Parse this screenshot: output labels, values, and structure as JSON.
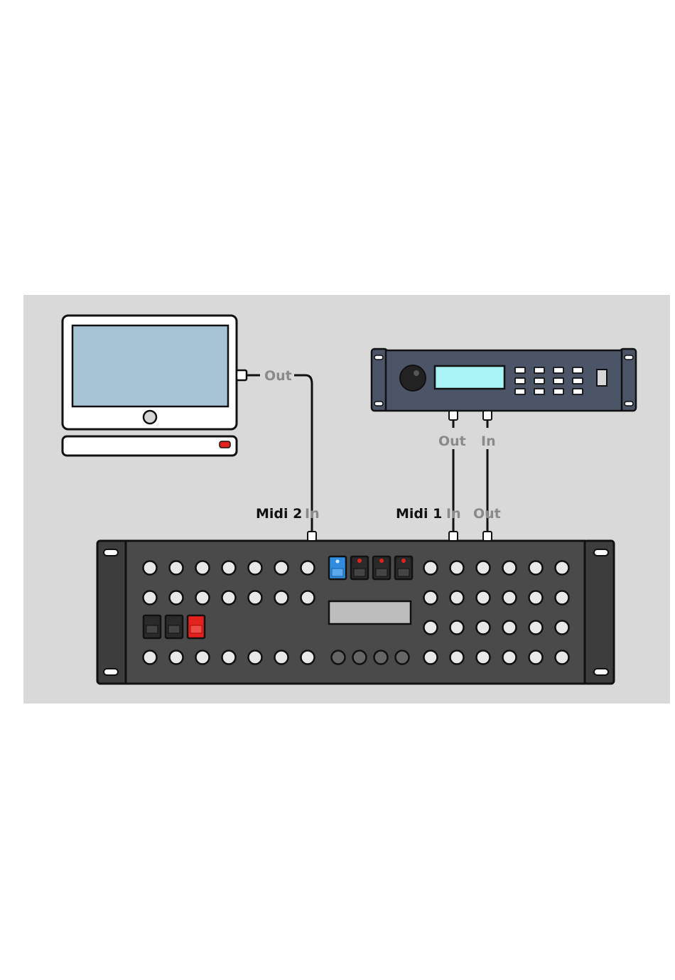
{
  "labels": {
    "computer_out": "Out",
    "synth_out": "Out",
    "synth_in": "In",
    "midi2_title": "Midi 2",
    "midi2_in": "In",
    "midi1_title": "Midi 1",
    "midi1_in": "In",
    "midi1_out": "Out"
  },
  "colors": {
    "panel_background": "#d9d9d9",
    "monitor_screen": "#a5c3d4",
    "synth_body": "#4c5567",
    "synth_display": "#a6f2f5",
    "rack_body": "#4a4a4a",
    "button_blue": "#2f8ce0",
    "button_red": "#e3211d",
    "led_red": "#e3211d",
    "label_gray": "#8a8a8a",
    "label_dark": "#111111"
  },
  "icons": {
    "computer": "monitor-icon",
    "sound_module": "rack-synth-icon",
    "sequencer": "rack-sequencer-icon"
  }
}
